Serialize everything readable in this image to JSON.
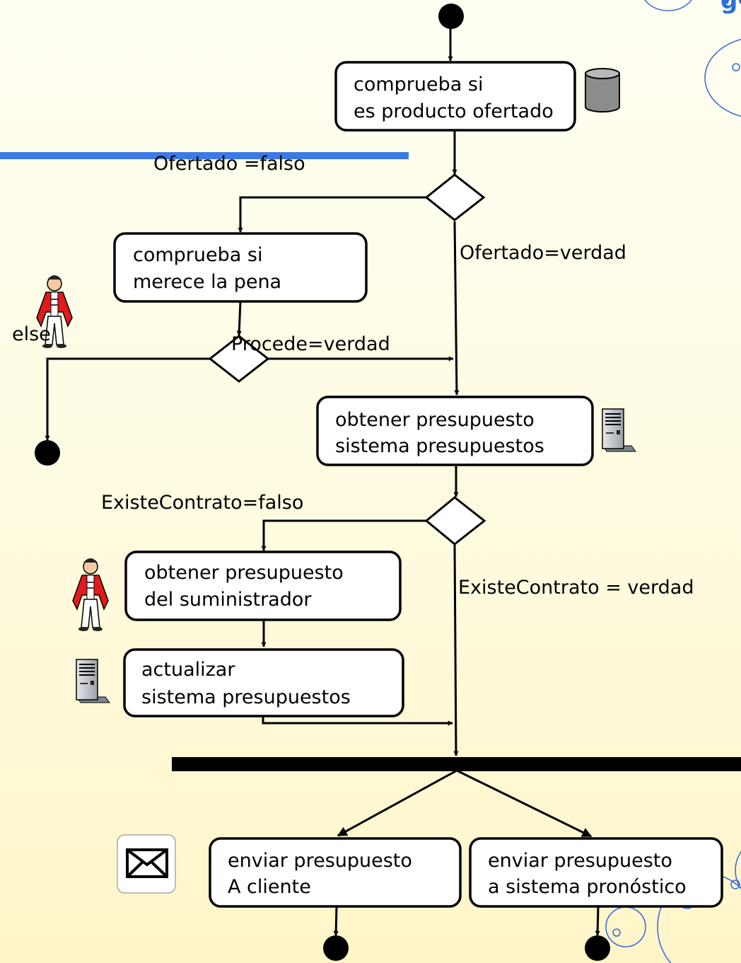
{
  "nodes": {
    "check_offer": {
      "line1": "comprueba si",
      "line2": "es producto ofertado"
    },
    "check_worth": {
      "line1": "comprueba si",
      "line2": "merece la pena"
    },
    "get_quote_system": {
      "line1": "obtener presupuesto",
      "line2": "sistema presupuestos"
    },
    "get_quote_supplier": {
      "line1": "obtener presupuesto",
      "line2": "del suministrador"
    },
    "update_system": {
      "line1": "actualizar",
      "line2": "sistema presupuestos"
    },
    "send_client": {
      "line1": "enviar presupuesto",
      "line2": "A cliente"
    },
    "send_forecast": {
      "line1": "enviar presupuesto",
      "line2": "a sistema pronóstico"
    }
  },
  "guards": {
    "offered_false": "Ofertado =falso",
    "offered_true": "Ofertado=verdad",
    "proceed_true": "Procede=verdad",
    "else": "else",
    "contract_false": "ExisteContrato=falso",
    "contract_true": "ExisteContrato = verdad"
  },
  "icons": {
    "database": "database-icon",
    "actor": "person-icon",
    "server": "server-icon",
    "mail": "envelope-icon"
  },
  "colors": {
    "background": "#fffbe0",
    "accent_bar": "#3c78e6",
    "bubble": "#3366dd",
    "db_fill": "#8c8c8c",
    "actor_red": "#e01b1b"
  }
}
